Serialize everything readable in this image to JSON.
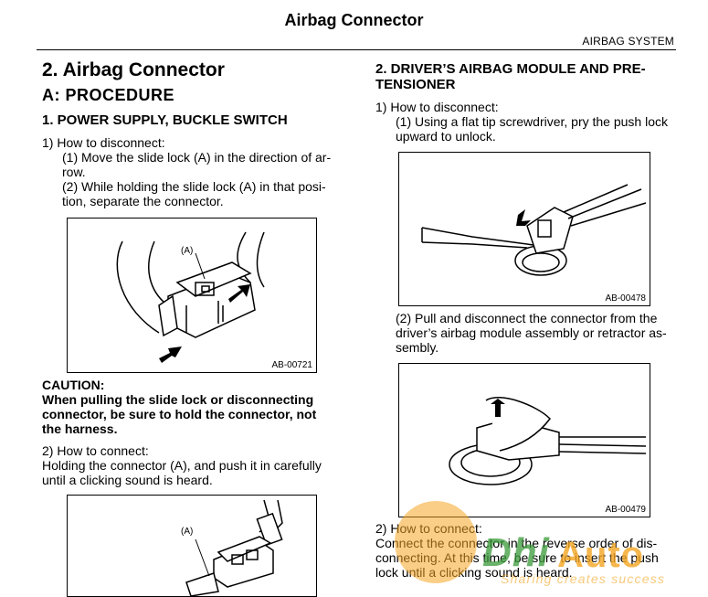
{
  "header": {
    "title": "Airbag Connector",
    "section": "AIRBAG SYSTEM"
  },
  "left": {
    "heading": "2.  Airbag Connector",
    "subheading": "A:  PROCEDURE",
    "step_title": "1.  POWER SUPPLY, BUCKLE SWITCH",
    "disconnect_intro": "1) How to disconnect:",
    "disconnect_1a": "(1) Move the slide lock (A) in the direction of ar-",
    "disconnect_1b": "row.",
    "disconnect_2a": "(2) While holding the slide lock (A) in that posi-",
    "disconnect_2b": "tion, separate the connector.",
    "figure1": {
      "label": "(A)",
      "code": "AB-00721"
    },
    "caution_title": "CAUTION:",
    "caution_1": "When pulling the slide lock or disconnecting",
    "caution_2": "connector, be sure to hold the connector, not",
    "caution_3": "the harness.",
    "connect_intro": "2) How to connect:",
    "connect_1": "Holding the connector (A), and push it in carefully",
    "connect_2": "until a clicking sound is heard.",
    "figure2": {
      "label": "(A)"
    }
  },
  "right": {
    "step_title_1": "2.  DRIVER’S AIRBAG MODULE AND PRE-",
    "step_title_2": "TENSIONER",
    "disconnect_intro": "1) How to disconnect:",
    "disconnect_1a": "(1) Using a flat tip screwdriver, pry the push lock",
    "disconnect_1b": "upward to unlock.",
    "figure1": {
      "code": "AB-00478"
    },
    "disconnect_2a": "(2) Pull and disconnect the connector from the",
    "disconnect_2b": "driver’s airbag module assembly or retractor as-",
    "disconnect_2c": "sembly.",
    "figure2": {
      "code": "AB-00479"
    },
    "connect_intro": "2) How to connect:",
    "connect_1": "Connect the connector in the reverse order of dis-",
    "connect_2": "connecting. At this time, be sure to insert the push",
    "connect_3": "lock until a clicking sound is heard."
  },
  "watermark": {
    "brand_1": "Dhi",
    "brand_2": "Auto",
    "tagline": "Sharing creates success",
    "colors": {
      "orange": "#f5a623",
      "green": "#3a9a3a"
    }
  }
}
